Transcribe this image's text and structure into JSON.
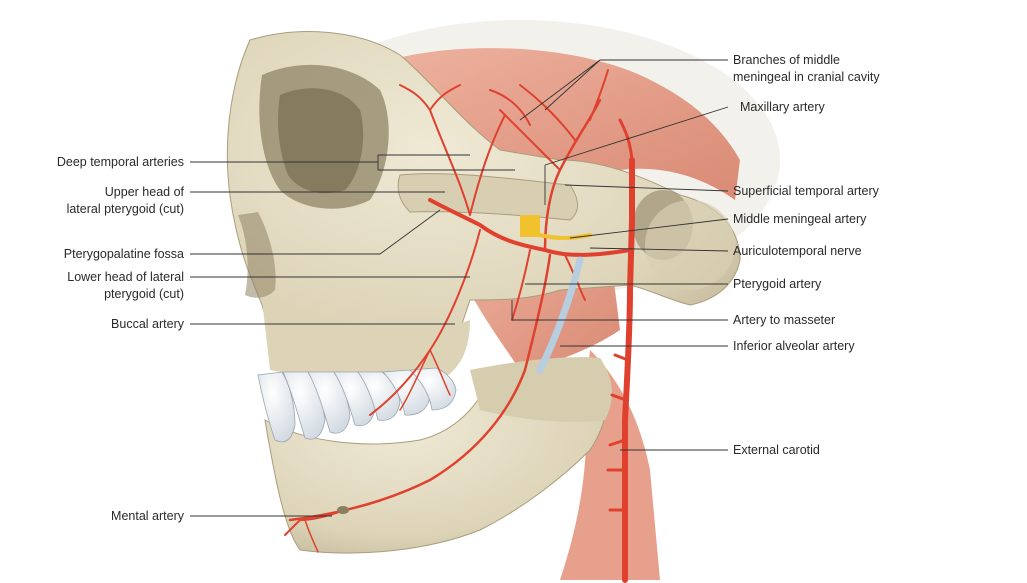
{
  "labels_left": {
    "deep_temporal": "Deep temporal arteries",
    "upper_head_1": "Upper head of",
    "upper_head_2": "lateral pterygoid (cut)",
    "pterygopalatine": "Pterygopalatine fossa",
    "lower_head_1": "Lower head of lateral",
    "lower_head_2": "pterygoid (cut)",
    "buccal": "Buccal artery",
    "mental": "Mental artery"
  },
  "labels_right": {
    "branches_1": "Branches of middle",
    "branches_2": "meningeal in cranial cavity",
    "maxillary": "Maxillary artery",
    "superficial_temporal": "Superficial temporal artery",
    "middle_meningeal": "Middle meningeal artery",
    "auriculotemporal": "Auriculotemporal nerve",
    "pterygoid": "Pterygoid artery",
    "masseter": "Artery to masseter",
    "inferior_alveolar": "Inferior alveolar artery",
    "external_carotid": "External carotid"
  },
  "colors": {
    "bone": "#e3dcc4",
    "bone_shadow": "#b9ae90",
    "muscle": "#e8a590",
    "artery": "#e0412f",
    "nerve": "#f2c12e",
    "vein_blue": "#b7cde0",
    "leader": "#333333"
  }
}
